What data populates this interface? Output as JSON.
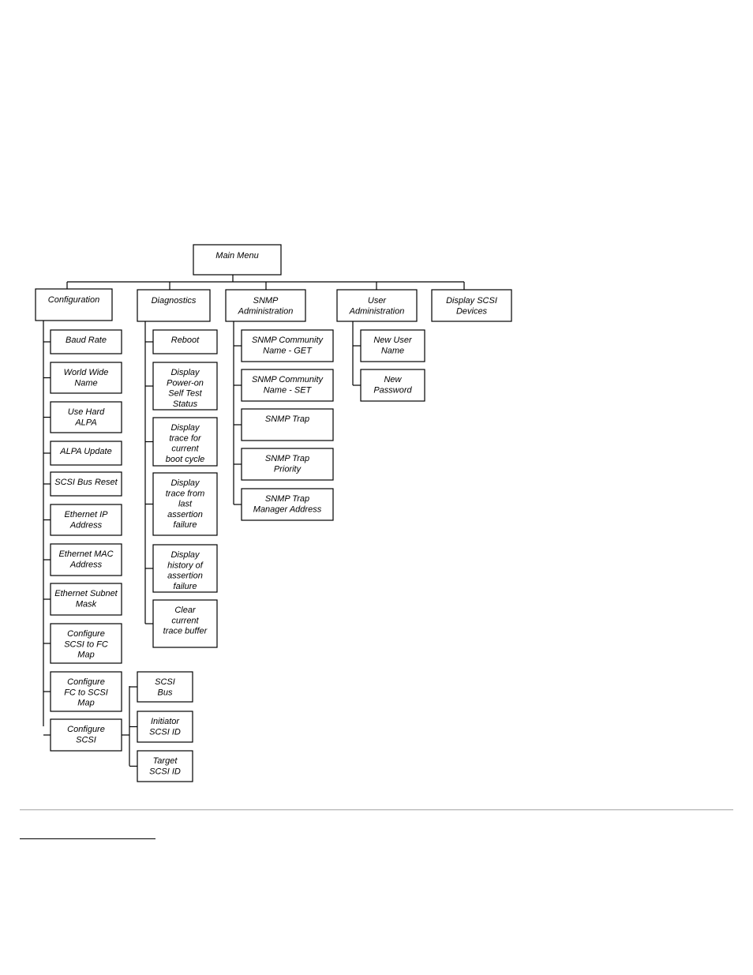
{
  "menu": {
    "main": "Main Menu",
    "categories": [
      {
        "label": "Configuration",
        "items": [
          "Baud Rate",
          "World Wide Name",
          "Use Hard ALPA",
          "ALPA Update",
          "SCSI Bus Reset",
          "Ethernet IP Address",
          "Ethernet MAC Address",
          "Ethernet Subnet Mask",
          "Configure SCSI to FC Map",
          "Configure FC to SCSI Map",
          "Configure SCSI"
        ]
      },
      {
        "label": "Diagnostics",
        "items": [
          "Reboot",
          "Display Power-on Self Test Status",
          "Display trace for current boot cycle",
          "Display trace from last assertion failure",
          "Display history of assertion failure",
          "Clear current trace buffer"
        ]
      },
      {
        "label": "SNMP Administration",
        "items": [
          "SNMP Community Name - GET",
          "SNMP Community Name - SET",
          "SNMP Trap",
          "SNMP Trap Priority",
          "SNMP Trap Manager Address"
        ]
      },
      {
        "label": "User Administration",
        "items": [
          "New User Name",
          "New Password"
        ]
      },
      {
        "label": "Display SCSI Devices",
        "items": []
      }
    ],
    "configure_scsi_submenu": [
      "SCSI Bus",
      "Initiator SCSI ID",
      "Target SCSI ID"
    ]
  }
}
